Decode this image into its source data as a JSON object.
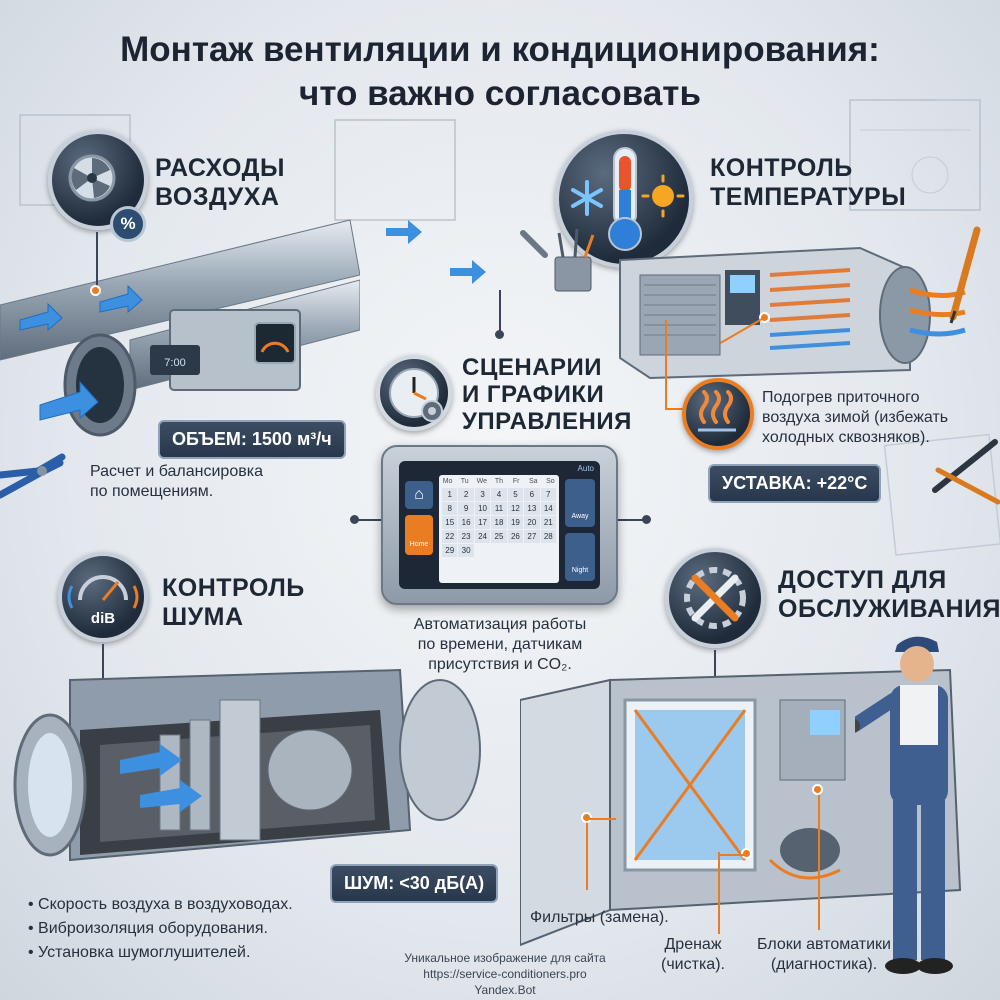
{
  "title": {
    "line1": "Монтаж вентиляции и кондиционирования:",
    "line2": "что важно согласовать"
  },
  "airflow": {
    "heading_line1": "РАСХОДЫ",
    "heading_line2": "ВОЗДУХА",
    "icon_label": "%",
    "badge": "ОБЪЕМ: 1500 м³/ч",
    "description_line1": "Расчет и балансировка",
    "description_line2": "по помещениям.",
    "device_readout": "7:00"
  },
  "temperature": {
    "heading_line1": "КОНТРОЛЬ",
    "heading_line2": "ТЕМПЕРАТУРЫ",
    "description_line1": "Подогрев приточного",
    "description_line2": "воздуха зимой (избежать",
    "description_line3": "холодных сквозняков).",
    "badge": "УСТАВКА: +22°C"
  },
  "scenarios": {
    "heading_line1": "СЦЕНАРИИ",
    "heading_line2": "И ГРАФИКИ",
    "heading_line3": "УПРАВЛЕНИЯ",
    "description_line1": "Автоматизация работы",
    "description_line2": "по времени, датчикам",
    "description_line3": "присутствия и CO₂.",
    "tablet": {
      "status": "Auto",
      "weekdays": [
        "Mo",
        "Tu",
        "We",
        "Th",
        "Fr",
        "Sa",
        "So"
      ],
      "days": [
        "1",
        "2",
        "3",
        "4",
        "5",
        "6",
        "7",
        "8",
        "9",
        "10",
        "11",
        "12",
        "13",
        "14",
        "15",
        "16",
        "17",
        "18",
        "19",
        "20",
        "21",
        "22",
        "23",
        "24",
        "25",
        "26",
        "27",
        "28",
        "29",
        "30"
      ],
      "home_label": "Home",
      "away_label": "Away",
      "night_label": "Night"
    }
  },
  "noise": {
    "heading_line1": "КОНТРОЛЬ",
    "heading_line2": "ШУМА",
    "icon_label": "diB",
    "badge": "ШУМ: <30 дБ(А)",
    "bullets": [
      "Скорость воздуха в воздуховодах.",
      "Виброизоляция оборудования.",
      "Установка шумоглушителей."
    ]
  },
  "service": {
    "heading_line1": "ДОСТУП ДЛЯ",
    "heading_line2": "ОБСЛУЖИВАНИЯ",
    "filters_label": "Фильтры (замена).",
    "drain_line1": "Дренаж",
    "drain_line2": "(чистка).",
    "automation_line1": "Блоки автоматики",
    "automation_line2": "(диагностика)."
  },
  "credit": {
    "line1": "Уникальное изображение для сайта",
    "line2": "https://service-conditioners.pro",
    "line3": "Yandex.Bot"
  },
  "colors": {
    "accent": "#ea7d22",
    "badge_bg": "#2f3f55",
    "icon_bg": "#1f2b3a",
    "arrow_blue": "#3d8fe0"
  }
}
